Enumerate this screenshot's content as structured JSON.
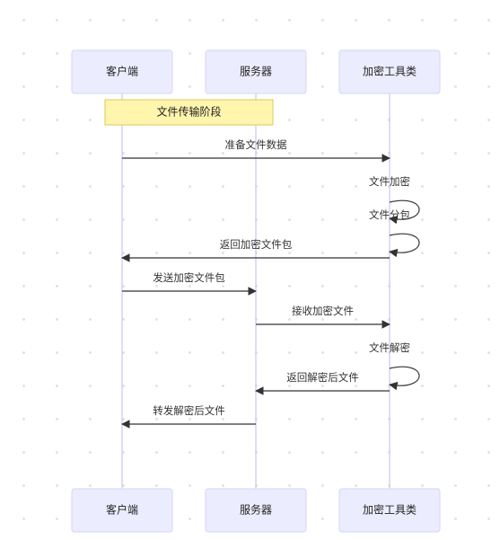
{
  "participants": [
    {
      "id": "client",
      "label": "客户端"
    },
    {
      "id": "server",
      "label": "服务器"
    },
    {
      "id": "crypto",
      "label": "加密工具类"
    }
  ],
  "notes": [
    {
      "label": "文件传输阶段",
      "over": [
        "client",
        "server"
      ]
    }
  ],
  "messages": [
    {
      "from": "client",
      "to": "crypto",
      "label": "准备文件数据"
    },
    {
      "from": "crypto",
      "to": "crypto",
      "label": "文件加密"
    },
    {
      "from": "crypto",
      "to": "crypto",
      "label": "文件分包"
    },
    {
      "from": "crypto",
      "to": "client",
      "label": "返回加密文件包"
    },
    {
      "from": "client",
      "to": "server",
      "label": "发送加密文件包"
    },
    {
      "from": "server",
      "to": "crypto",
      "label": "接收加密文件"
    },
    {
      "from": "crypto",
      "to": "crypto",
      "label": "文件解密"
    },
    {
      "from": "crypto",
      "to": "server",
      "label": "返回解密后文件"
    },
    {
      "from": "server",
      "to": "client",
      "label": "转发解密后文件"
    }
  ]
}
